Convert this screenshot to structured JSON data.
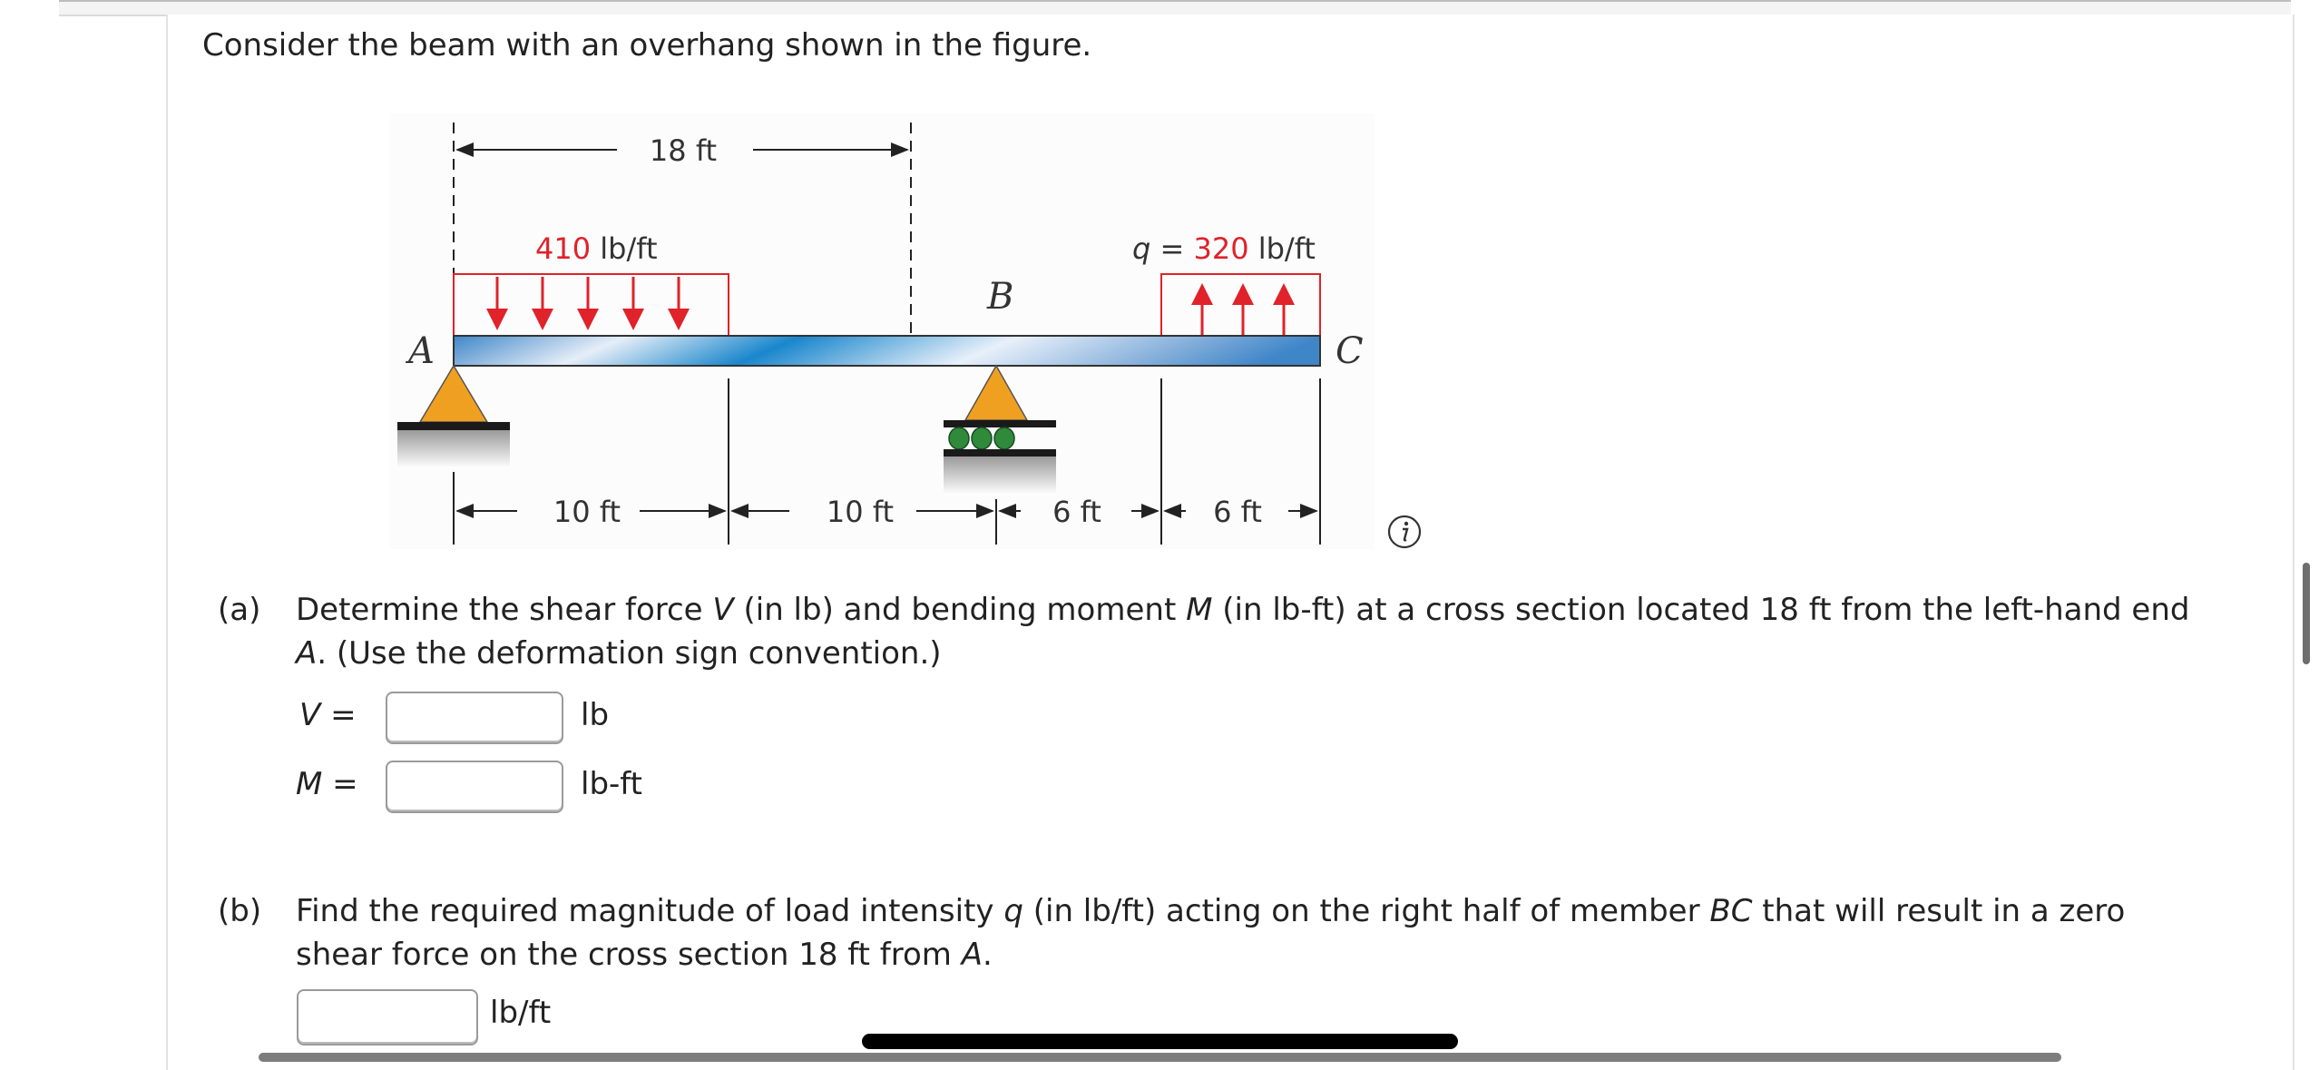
{
  "intro": "Consider the beam with an overhang shown in the figure.",
  "figure": {
    "dim_top": "18 ft",
    "load_left_value": "410",
    "load_left_unit": " lb/ft",
    "load_right_prefix": "q = ",
    "load_right_value": "320",
    "load_right_unit": " lb/ft",
    "point_a": "A",
    "point_b": "B",
    "point_c": "C",
    "dim_1": "10 ft",
    "dim_2": "10 ft",
    "dim_3": "6 ft",
    "dim_4": "6 ft",
    "colors": {
      "load": "#e0222a",
      "beam": "#2a8bd0",
      "support": "#f0a020",
      "roller": "#2f8a3a"
    }
  },
  "part_a": {
    "label": "(a)",
    "text_line1_1": "Determine the shear force ",
    "text_line1_V": "V",
    "text_line1_2": " (in lb) and bending moment ",
    "text_line1_M": "M",
    "text_line1_3": " (in lb-ft) at a cross section located 18 ft from the left-hand end",
    "text_line2_A": "A",
    "text_line2_rest": ". (Use the deformation sign convention.)",
    "v_label": "V",
    "v_eq": " =",
    "v_value": "",
    "v_unit": "lb",
    "m_label": "M",
    "m_eq": " =",
    "m_value": "",
    "m_unit": "lb-ft"
  },
  "part_b": {
    "label": "(b)",
    "text_line1_1": "Find the required magnitude of load intensity ",
    "text_line1_q": "q",
    "text_line1_2": " (in lb/ft) acting on the right half of member ",
    "text_line1_BC": "BC",
    "text_line1_3": " that will result in a zero",
    "text_line2_1": "shear force on the cross section 18 ft from ",
    "text_line2_A": "A",
    "text_line2_2": ".",
    "q_value": "",
    "q_unit": "lb/ft"
  }
}
